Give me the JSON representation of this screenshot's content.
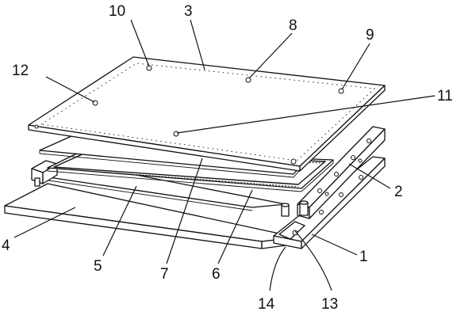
{
  "figure": {
    "colors": {
      "line": "#111111",
      "background": "#ffffff",
      "plate": "#ffffff"
    },
    "labels": [
      {
        "id": "10",
        "text": "10"
      },
      {
        "id": "3",
        "text": "3"
      },
      {
        "id": "8",
        "text": "8"
      },
      {
        "id": "9",
        "text": "9"
      },
      {
        "id": "12",
        "text": "12"
      },
      {
        "id": "11",
        "text": "11"
      },
      {
        "id": "2",
        "text": "2"
      },
      {
        "id": "4",
        "text": "4"
      },
      {
        "id": "5",
        "text": "5"
      },
      {
        "id": "7",
        "text": "7"
      },
      {
        "id": "6",
        "text": "6"
      },
      {
        "id": "1",
        "text": "1"
      },
      {
        "id": "13",
        "text": "13"
      },
      {
        "id": "14",
        "text": "14"
      }
    ]
  }
}
